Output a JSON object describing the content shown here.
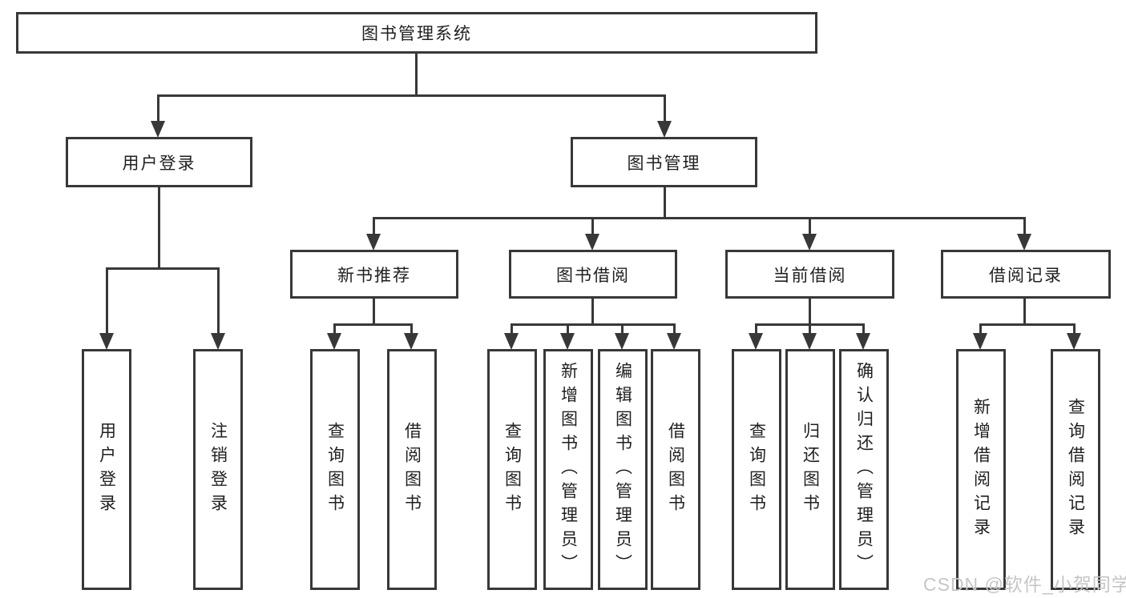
{
  "tree": {
    "root": {
      "label": "图书管理系统"
    },
    "children": [
      {
        "label": "用户登录",
        "children": [
          {
            "label": "用户登录"
          },
          {
            "label": "注销登录"
          }
        ]
      },
      {
        "label": "图书管理",
        "children": [
          {
            "label": "新书推荐",
            "children": [
              {
                "label": "查询图书"
              },
              {
                "label": "借阅图书"
              }
            ]
          },
          {
            "label": "图书借阅",
            "children": [
              {
                "label": "查询图书"
              },
              {
                "label": "新增图书（管理员）"
              },
              {
                "label": "编辑图书（管理员）"
              },
              {
                "label": "借阅图书"
              }
            ]
          },
          {
            "label": "当前借阅",
            "children": [
              {
                "label": "查询图书"
              },
              {
                "label": "归还图书"
              },
              {
                "label": "确认归还（管理员）"
              }
            ]
          },
          {
            "label": "借阅记录",
            "children": [
              {
                "label": "新增借阅记录"
              },
              {
                "label": "查询借阅记录"
              }
            ]
          }
        ]
      }
    ]
  },
  "watermark": "CSDN @软件_小贺同学",
  "colors": {
    "line": "#383838",
    "text": "#1f1f1f",
    "watermark": "#c6c6c6",
    "background": "#ffffff"
  }
}
